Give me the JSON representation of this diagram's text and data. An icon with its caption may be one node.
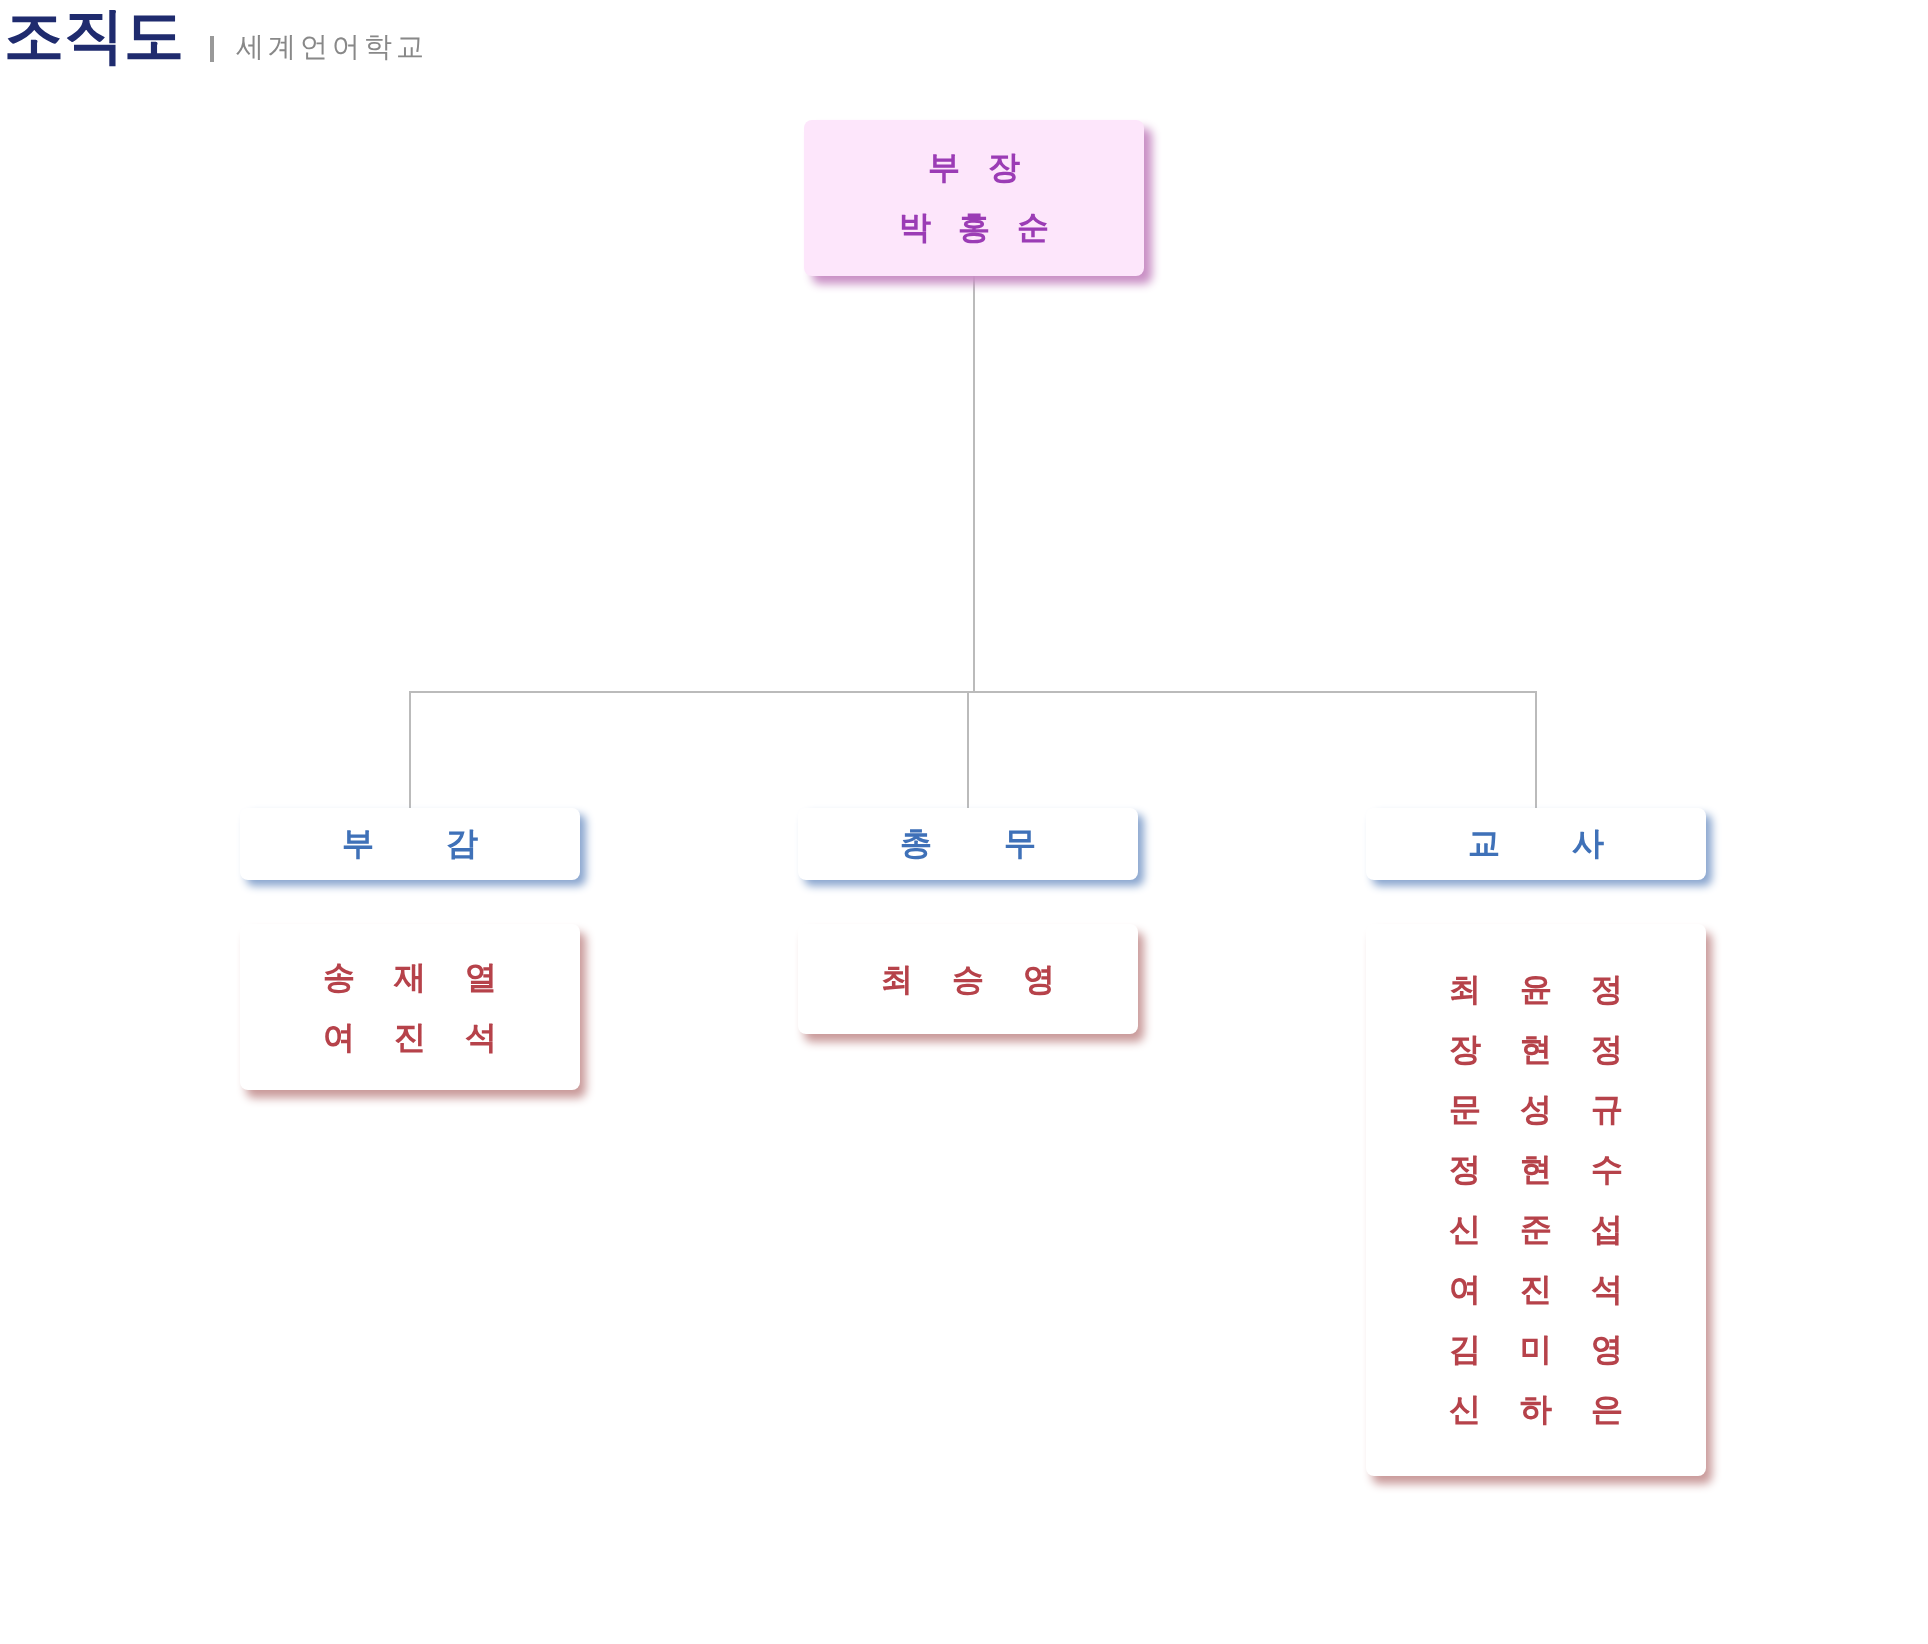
{
  "diagram": {
    "title": "조직도",
    "nodes": [
      {
        "text": [
          "부 장",
          "박 홍 순"
        ]
      },
      {
        "text": [
          "부 감"
        ]
      },
      {
        "text": [
          "총 무"
        ]
      },
      {
        "text": [
          "교 사"
        ]
      },
      {
        "text": [
          "송 재 열",
          "여 진 석"
        ]
      },
      {
        "text": [
          "최 승 영"
        ]
      },
      {
        "text": [
          "최 윤 정",
          "장 현 정",
          "문 성 규",
          "정 현 수",
          "신 준 섭",
          "여 진 석",
          "김 미 영",
          "신 하 은"
        ]
      }
    ],
    "edges": [
      {
        "from": 0,
        "to": 1,
        "arrow": "none"
      },
      {
        "from": 0,
        "to": 2,
        "arrow": "none"
      },
      {
        "from": 0,
        "to": 3,
        "arrow": "none"
      }
    ],
    "labels": [
      "세계언어학교"
    ]
  }
}
